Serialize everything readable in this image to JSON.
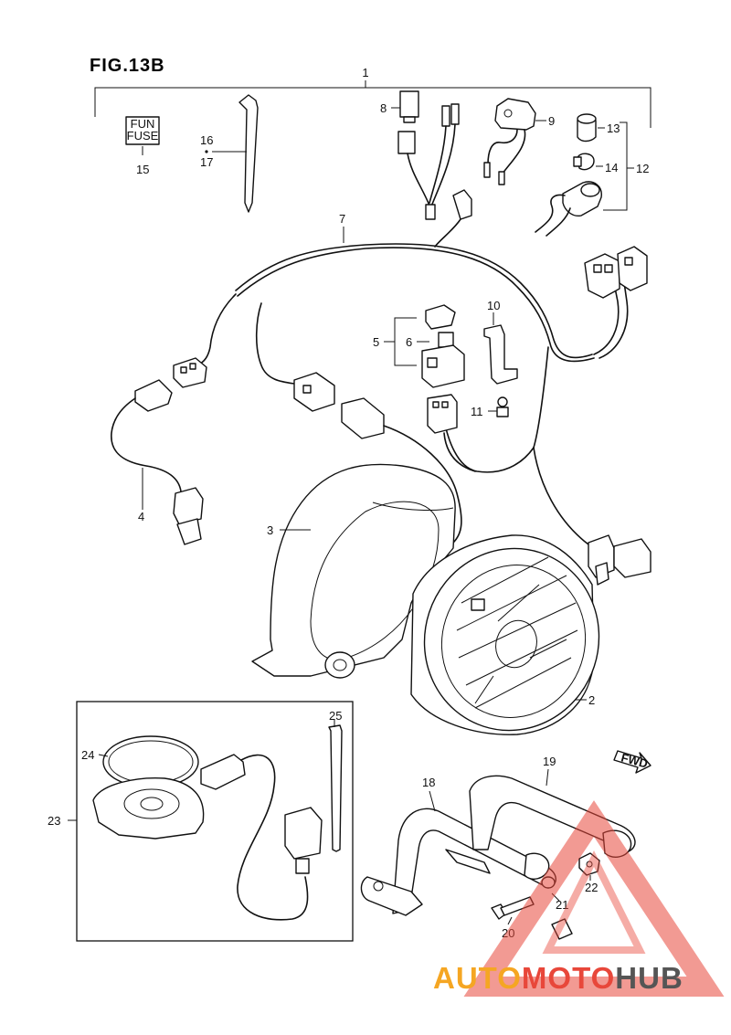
{
  "figure": {
    "title": "FIG.13B"
  },
  "fuse_label": {
    "line1": "FUN",
    "line2": "FUSE"
  },
  "fwd_label": "FWD",
  "parts": [
    {
      "no": "1"
    },
    {
      "no": "2"
    },
    {
      "no": "3"
    },
    {
      "no": "4"
    },
    {
      "no": "5"
    },
    {
      "no": "6"
    },
    {
      "no": "7"
    },
    {
      "no": "8"
    },
    {
      "no": "9"
    },
    {
      "no": "10"
    },
    {
      "no": "11"
    },
    {
      "no": "12"
    },
    {
      "no": "13"
    },
    {
      "no": "14"
    },
    {
      "no": "15"
    },
    {
      "no": "16"
    },
    {
      "no": "17"
    },
    {
      "no": "18"
    },
    {
      "no": "19"
    },
    {
      "no": "20"
    },
    {
      "no": "21"
    },
    {
      "no": "22"
    },
    {
      "no": "23"
    },
    {
      "no": "24"
    },
    {
      "no": "25"
    }
  ],
  "watermark": {
    "part1": "AUTO",
    "part2": "MOTO",
    "part3": "HUB",
    "color_accent": "#f5a623",
    "color_red": "#e8473a",
    "color_dark": "#555555"
  }
}
